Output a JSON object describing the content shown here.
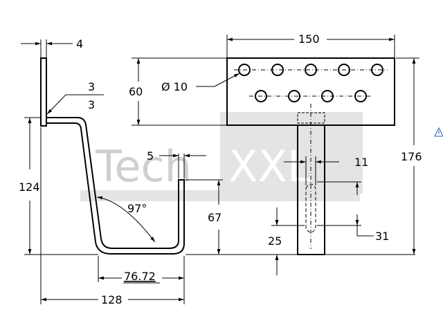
{
  "watermark": {
    "left": "Tech",
    "right": "XXL"
  },
  "dimensions": {
    "side_view": {
      "thickness": "4",
      "weld_top": "3",
      "weld_bottom": "3",
      "height": "124",
      "tab_width": "5",
      "angle": "97°",
      "tab_height": "67",
      "inner_length": "76.72",
      "total_length": "128"
    },
    "top_view": {
      "width": "150",
      "plate_height": "60",
      "hole_diameter": "Ø 10",
      "total_height": "176",
      "slot_width": "11",
      "slot_length": "31",
      "slot_offset": "25"
    }
  },
  "colors": {
    "lines": "#000000",
    "watermark": "#cfcfcf"
  },
  "icons": [
    "warning-triangle-icon"
  ]
}
